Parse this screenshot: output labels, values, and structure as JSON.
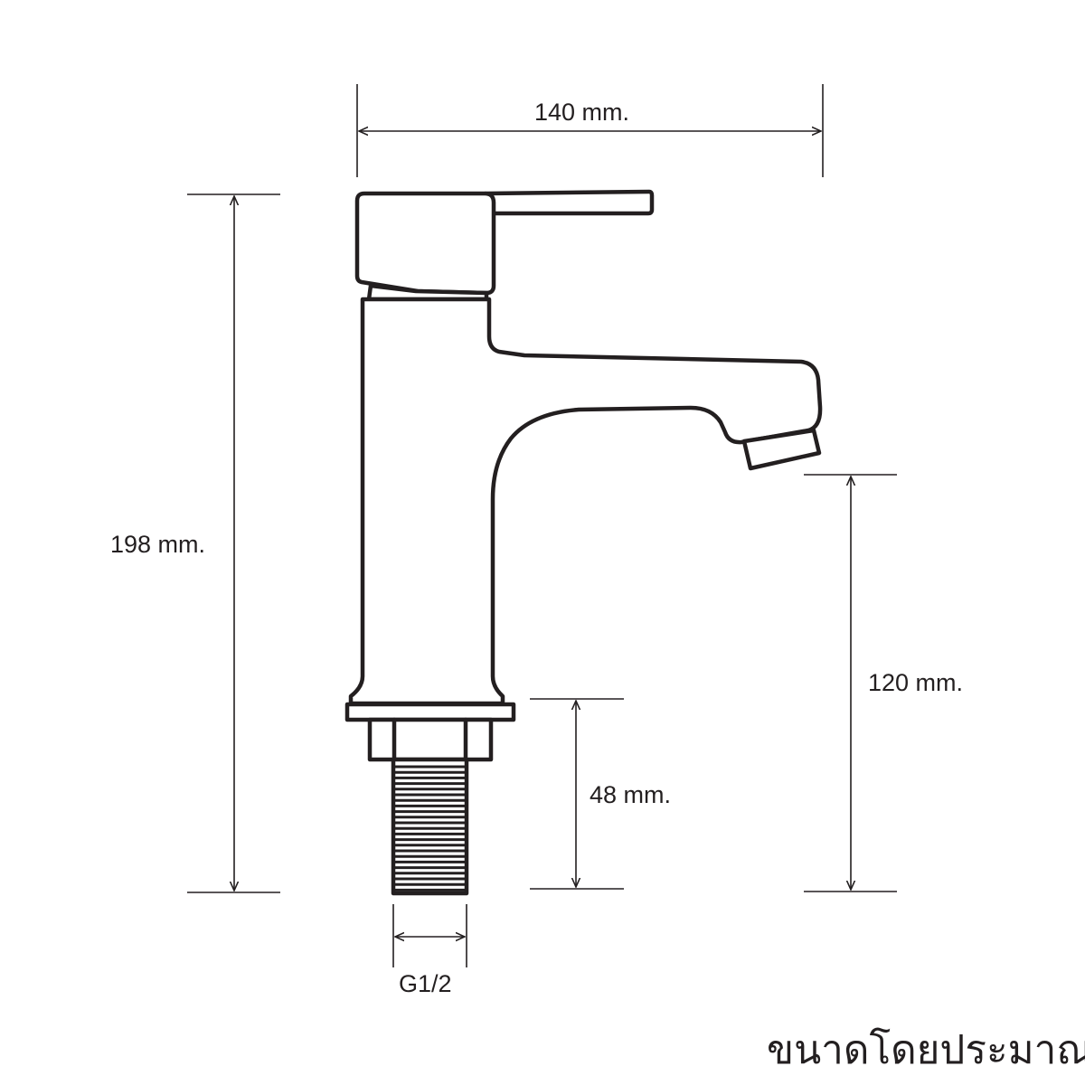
{
  "drawing": {
    "subject": "faucet",
    "line_color": "#231f20",
    "background_color": "#ffffff"
  },
  "dimensions": {
    "width": "140 mm.",
    "height": "198 mm.",
    "spout_height": "120 mm.",
    "thread_length": "48 mm.",
    "thread_size": "G1/2"
  },
  "note": "ขนาดโดยประมาณ"
}
